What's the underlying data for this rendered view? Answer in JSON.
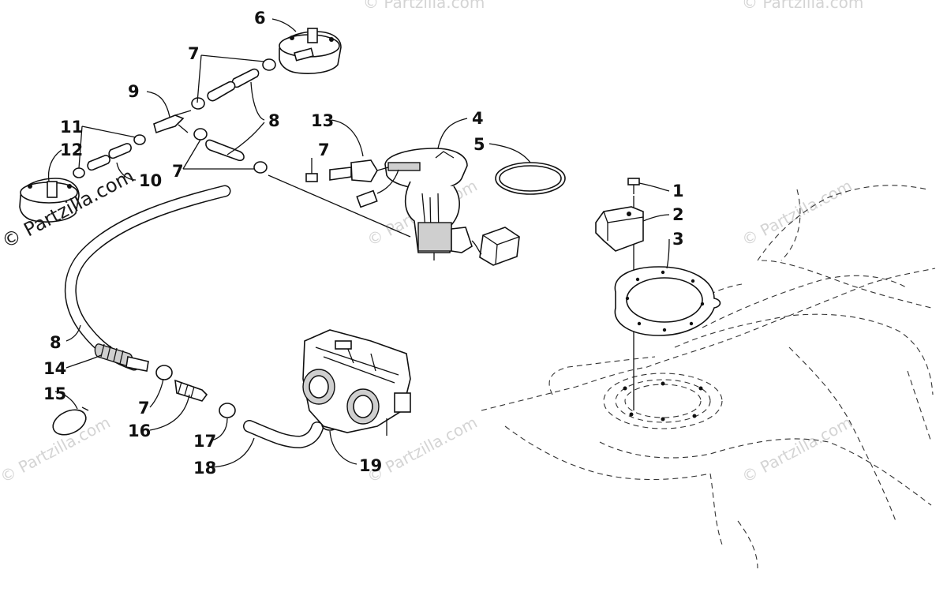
{
  "diagram": {
    "callouts": {
      "c1": "1",
      "c2": "2",
      "c3": "3",
      "c4": "4",
      "c5": "5",
      "c6": "6",
      "c7a": "7",
      "c7b": "7",
      "c7c": "7",
      "c7d": "7",
      "c8a": "8",
      "c8b": "8",
      "c9": "9",
      "c10": "10",
      "c11": "11",
      "c12": "12",
      "c13": "13",
      "c14": "14",
      "c15": "15",
      "c16": "16",
      "c17": "17",
      "c18": "18",
      "c19": "19"
    },
    "watermark": {
      "copyright": "© Partzilla.com",
      "repeat": "© Partzilla.com"
    }
  }
}
